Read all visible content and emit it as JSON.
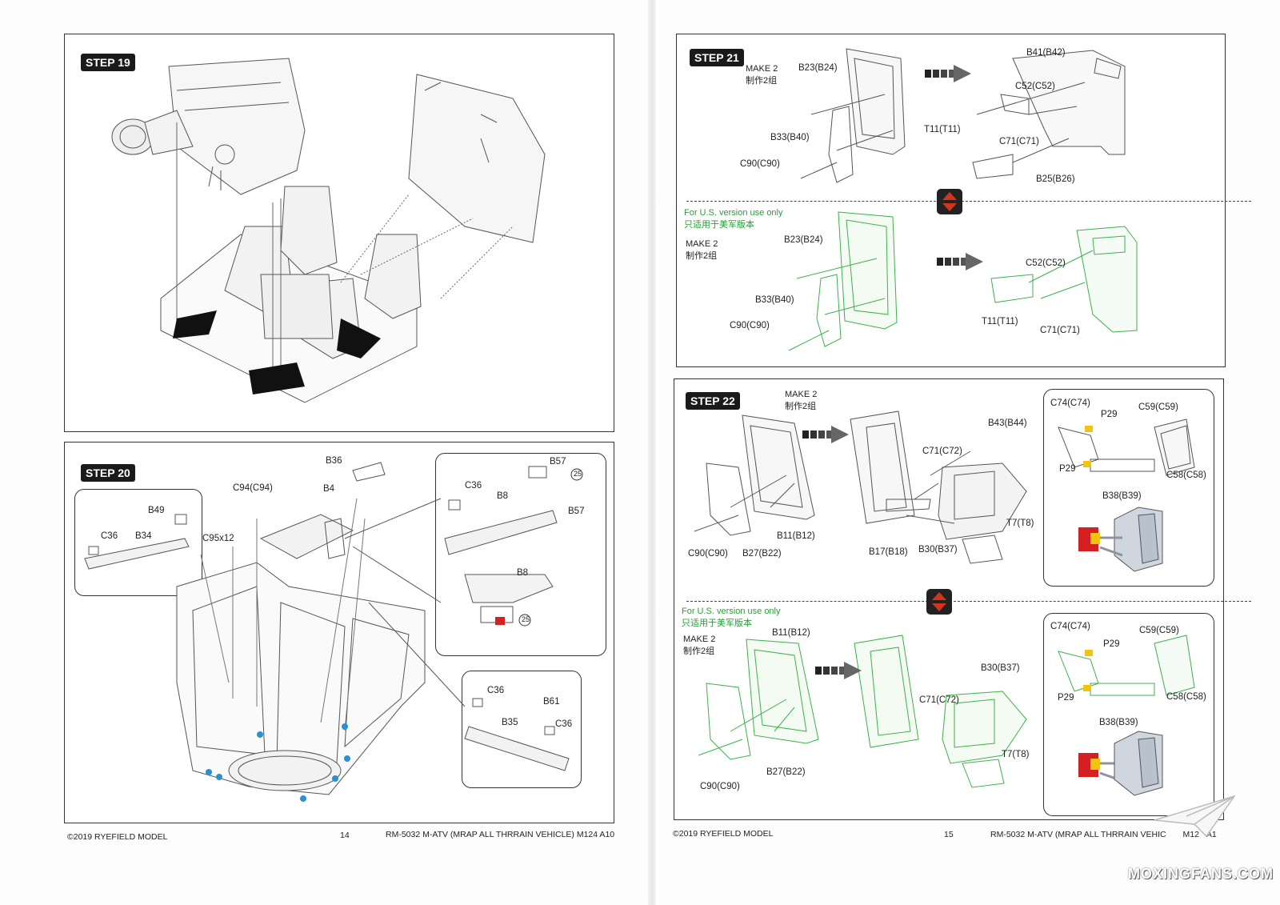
{
  "steps": {
    "s19": {
      "title": "STEP 19"
    },
    "s20": {
      "title": "STEP 20",
      "labels": [
        "B36",
        "C94(C94)",
        "B4",
        "B49",
        "C36",
        "B34",
        "C95x12",
        "C36",
        "B8",
        "B57",
        "B57",
        "B8",
        "C36",
        "B61",
        "B35",
        "C36"
      ]
    },
    "s21": {
      "title": "STEP 21",
      "make": "MAKE 2",
      "make_cn": "制作2组",
      "labels": [
        "B23(B24)",
        "B33(B40)",
        "C90(C90)",
        "B41(B42)",
        "C52(C52)",
        "T11(T11)",
        "C71(C71)",
        "B25(B26)"
      ],
      "us_note": "For U.S. version use only",
      "us_note_cn": "只适用于美军版本",
      "us_make": "MAKE 2",
      "us_make_cn": "制作2组",
      "us_labels": [
        "B23(B24)",
        "B33(B40)",
        "C90(C90)",
        "C52(C52)",
        "T11(T11)",
        "C71(C71)"
      ]
    },
    "s22": {
      "title": "STEP 22",
      "make": "MAKE 2",
      "make_cn": "制作2组",
      "labels": [
        "B43(B44)",
        "C71(C72)",
        "B11(B12)",
        "C90(C90)",
        "B27(B22)",
        "B17(B18)",
        "B30(B37)",
        "T7(T8)",
        "C74(C74)",
        "P29",
        "C59(C59)",
        "P29",
        "C58(C58)",
        "B38(B39)"
      ],
      "us_note": "For U.S. version use only",
      "us_note_cn": "只适用于美军版本",
      "us_make": "MAKE 2",
      "us_make_cn": "制作2组",
      "us_labels": [
        "B11(B12)",
        "B30(B37)",
        "C71(C72)",
        "B27(B22)",
        "T7(T8)",
        "C90(C90)",
        "C74(C74)",
        "P29",
        "C59(C59)",
        "P29",
        "C58(C58)",
        "B38(B39)"
      ]
    }
  },
  "markers": {
    "m25a": "25",
    "m25b": "25"
  },
  "footer": {
    "left_copyright": "©2019 RYEFIELD MODEL",
    "left_page": "14",
    "left_title": "RM-5032 M-ATV (MRAP ALL THRRAIN VEHICLE) M124  A10",
    "right_copyright": "©2019 RYEFIELD MODEL",
    "right_page": "15",
    "right_title": "RM-5032 M-ATV (MRAP ALL THRRAIN VEHIC",
    "right_title_tail": "M12",
    "right_title_end": "A1"
  },
  "watermark": "MOXINGFANS.COM",
  "colors": {
    "us_green": "#2e9e3a",
    "swap_red": "#d0361e",
    "blue_part": "#2b8fd0",
    "red_part": "#d42020",
    "yellow_part": "#f1c40f"
  }
}
